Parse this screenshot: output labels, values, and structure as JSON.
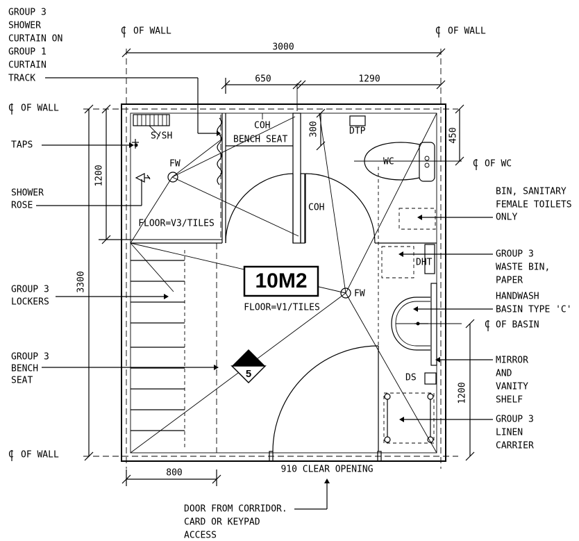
{
  "labels": {
    "group3_shower_curtain": [
      "GROUP 3",
      "SHOWER",
      "CURTAIN ON",
      "GROUP 1",
      "CURTAIN",
      "TRACK"
    ],
    "cl_wall": "OF WALL",
    "cl_wc": "OF WC",
    "cl_basin": "OF BASIN",
    "taps": "TAPS",
    "shower_rose": [
      "SHOWER",
      "ROSE"
    ],
    "group3_lockers": [
      "GROUP 3",
      "LOCKERS"
    ],
    "group3_bench_seat": [
      "GROUP 3",
      "BENCH",
      "SEAT"
    ],
    "bin_sanitary": [
      "BIN, SANITARY",
      "FEMALE TOILETS",
      "ONLY"
    ],
    "group3_waste_bin": [
      "GROUP 3",
      "WASTE BIN,",
      "PAPER"
    ],
    "handwash_basin": [
      "HANDWASH",
      "BASIN TYPE 'C'"
    ],
    "mirror_vanity": [
      "MIRROR",
      "AND",
      "VANITY",
      "SHELF"
    ],
    "group3_linen": [
      "GROUP 3",
      "LINEN",
      "CARRIER"
    ],
    "door_from_corridor": [
      "DOOR FROM CORRIDOR.",
      "CARD OR KEYPAD",
      "ACCESS"
    ],
    "clear_opening": "910 CLEAR OPENING"
  },
  "room": {
    "area": "10M2",
    "floor_main": "FLOOR=V1/TILES",
    "floor_shower": "FLOOR=V3/TILES",
    "tag_number": "5"
  },
  "fixtures": {
    "s_sh": "S/SH",
    "coh": "COH",
    "bench_seat": "BENCH SEAT",
    "dtp": "DTP",
    "wc": "WC",
    "fw": "FW",
    "dht": "DHT",
    "ds": "DS"
  },
  "dimensions": {
    "overall_width": "3000",
    "d650": "650",
    "d1290": "1290",
    "d300": "300",
    "d450": "450",
    "d1200_left": "1200",
    "d3300": "3300",
    "d800": "800",
    "d1200_right": "1200"
  }
}
